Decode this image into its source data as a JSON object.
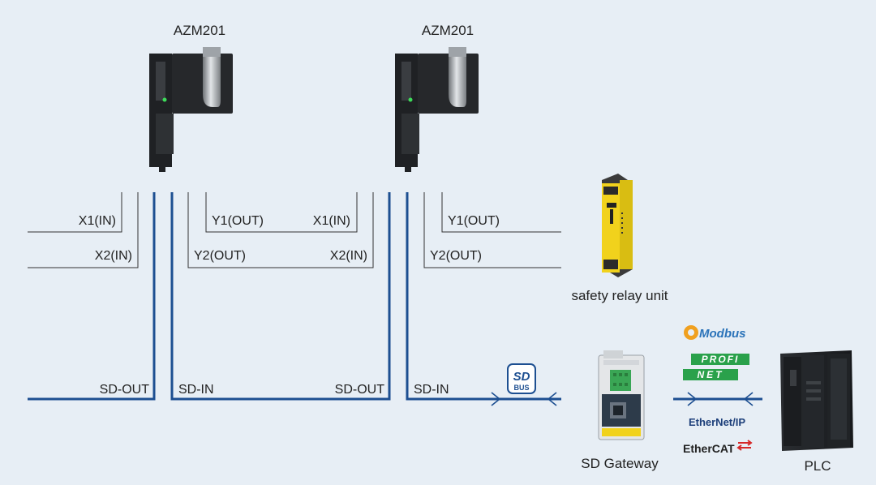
{
  "devices": {
    "azm_left": {
      "label": "AZM201"
    },
    "azm_right": {
      "label": "AZM201"
    },
    "relay": {
      "label": "safety relay unit"
    },
    "gateway": {
      "label": "SD Gateway"
    },
    "plc": {
      "label": "PLC"
    }
  },
  "signals": {
    "x1_in_left": "X1(IN)",
    "x2_in_left": "X2(IN)",
    "y1_out_left": "Y1(OUT)",
    "y2_out_left": "Y2(OUT)",
    "x1_in_right": "X1(IN)",
    "x2_in_right": "X2(IN)",
    "y1_out_right": "Y1(OUT)",
    "y2_out_right": "Y2(OUT)",
    "sd_out_1": "SD-OUT",
    "sd_in_1": "SD-IN",
    "sd_out_2": "SD-OUT",
    "sd_in_2": "SD-IN"
  },
  "sd_bus_badge": {
    "line1": "SD",
    "line2": "BUS"
  },
  "protocols": {
    "modbus": "Modbus",
    "profinet_top": "PROFI",
    "profinet_bottom": "NET",
    "ethernet_ip": "EtherNet/IP",
    "ethercat": "EtherCAT"
  },
  "colors": {
    "background": "#e7eef5",
    "bus_line": "#1d4f91",
    "wire": "#333333",
    "relay_yellow": "#f1d21c",
    "profinet_green": "#2aa14b"
  }
}
